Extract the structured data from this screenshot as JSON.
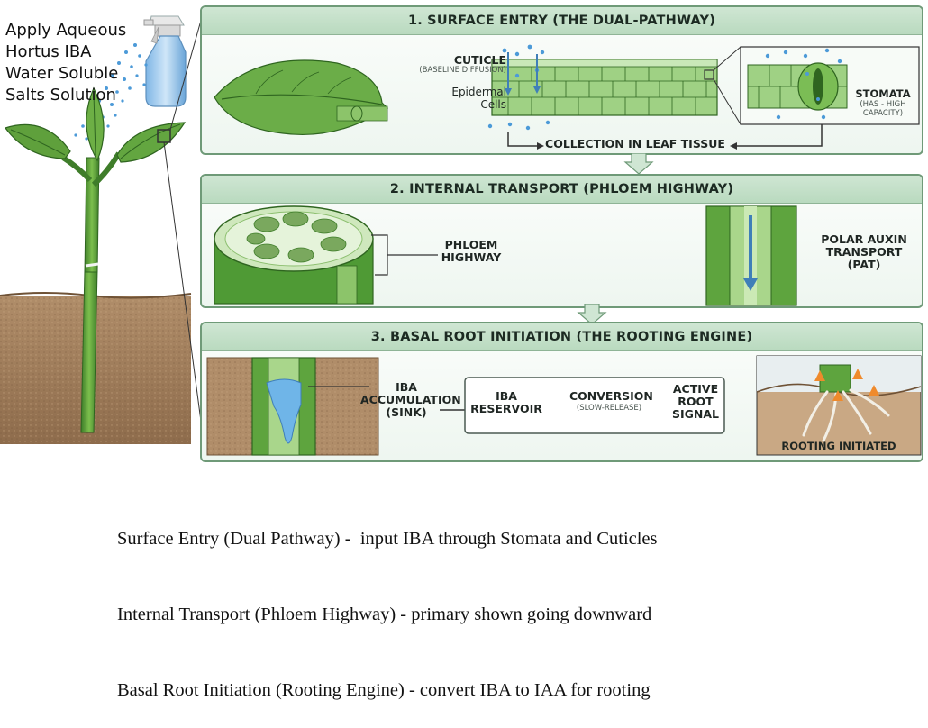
{
  "spray_label": [
    "Apply Aqueous",
    "Hortus IBA",
    "Water Soluble",
    "Salts Solution"
  ],
  "panel1": {
    "title": "1. SURFACE ENTRY (THE DUAL-PATHWAY)",
    "cuticle": "CUTICLE",
    "cuticle_note": "(BASELINE DIFFUSION)",
    "epidermal": [
      "Epidermal",
      "Cells"
    ],
    "collection": "COLLECTION IN LEAF TISSUE",
    "stomata": "STOMATA",
    "stomata_note": [
      "(HAS - HIGH",
      "CAPACITY)"
    ]
  },
  "panel2": {
    "title": "2. INTERNAL TRANSPORT (PHLOEM HIGHWAY)",
    "phloem": [
      "PHLOEM",
      "HIGHWAY"
    ],
    "pat": [
      "POLAR AUXIN",
      "TRANSPORT",
      "(PAT)"
    ]
  },
  "panel3": {
    "title": "3. BASAL ROOT INITIATION (THE ROOTING ENGINE)",
    "accumulation": [
      "IBA",
      "ACCUMULATION",
      "(SINK)"
    ],
    "reservoir": [
      "IBA",
      "RESERVOIR"
    ],
    "conversion": "CONVERSION",
    "conversion_note": "(SLOW-RELEASE)",
    "signal": [
      "ACTIVE",
      "ROOT",
      "SIGNAL"
    ],
    "initiated": "ROOTING INITIATED"
  },
  "captions": [
    "Surface Entry (Dual Pathway) -  input IBA through Stomata and Cuticles",
    "Internal Transport (Phloem Highway) - primary shown going downward",
    "Basal Root Initiation (Rooting Engine) - convert IBA to IAA for rooting"
  ],
  "colors": {
    "leaf": "#5fa03c",
    "leaf_dark": "#3f7d2a",
    "soil": "#a37f5c",
    "water": "#3f8fd0",
    "panel_border": "#6f9a78",
    "panel_header": "#c4e0c9"
  }
}
